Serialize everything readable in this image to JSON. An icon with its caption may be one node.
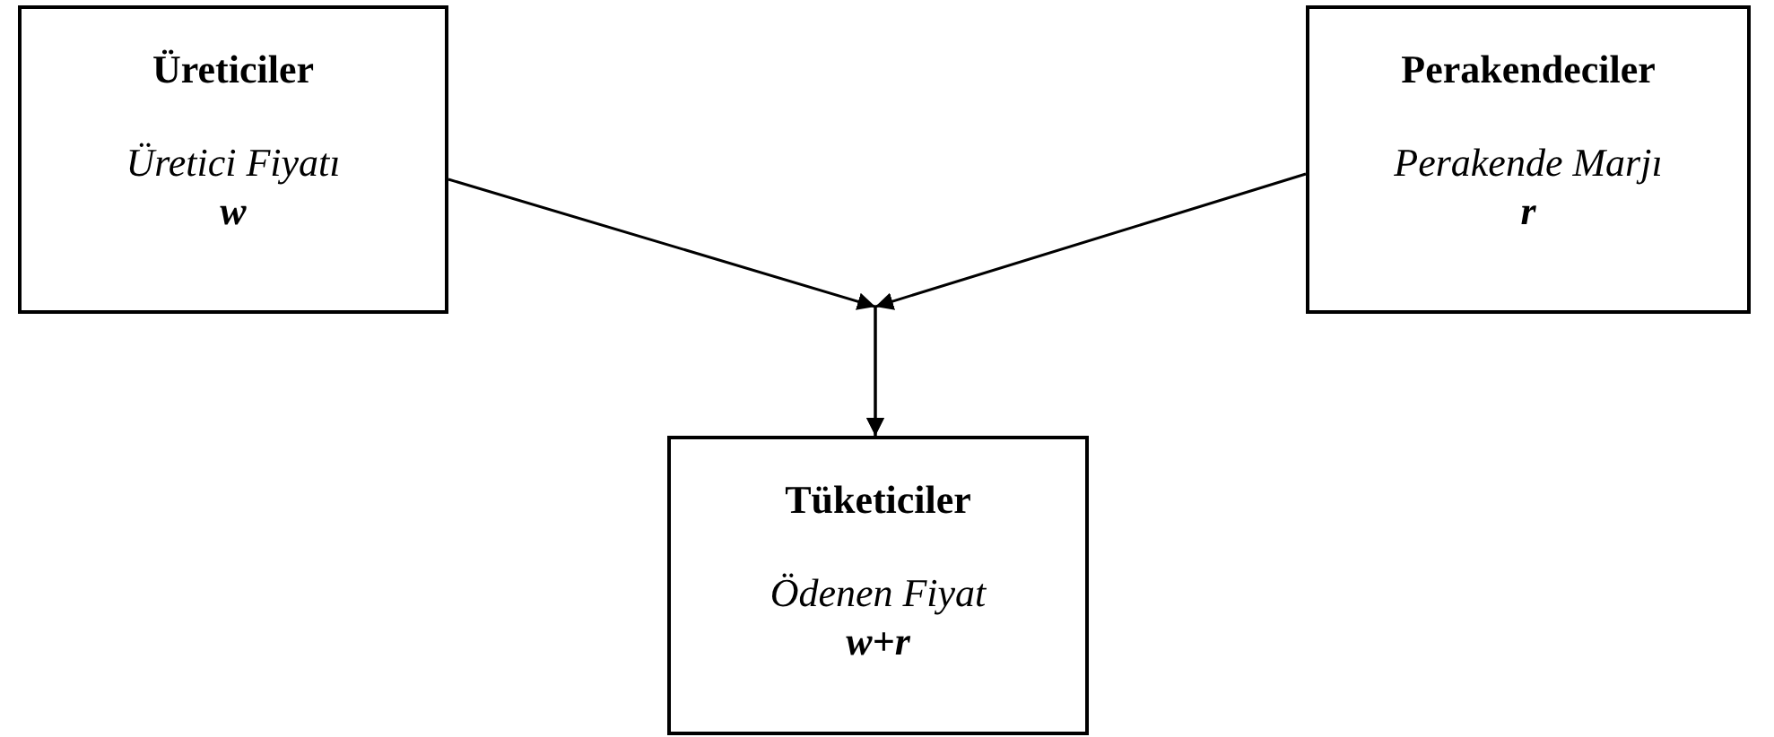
{
  "diagram": {
    "nodes": [
      {
        "text": [
          "Üreticiler",
          "Üretici Fiyatı",
          "w"
        ]
      },
      {
        "text": [
          "Perakendeciler",
          "Perakende Marjı",
          "r"
        ]
      },
      {
        "text": [
          "Tüketiciler",
          "Ödenen Fiyat",
          "w+r"
        ]
      }
    ],
    "edges": [
      {
        "from": 0,
        "to": 2,
        "arrow": "to"
      },
      {
        "from": 1,
        "to": 2,
        "arrow": "to"
      }
    ]
  }
}
